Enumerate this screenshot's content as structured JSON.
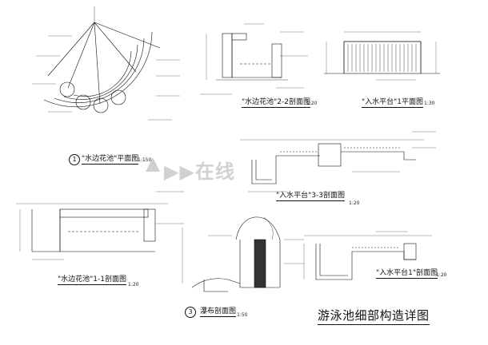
{
  "drawing": {
    "title": "游泳池细部构造详图",
    "watermark": "▶▶在线"
  },
  "views": [
    {
      "num": "1",
      "caption": "\"水边花池\"平面图",
      "scale": "1:150"
    },
    {
      "num": "",
      "caption": "\"水边花池\"2-2剖面图",
      "scale": "1:20"
    },
    {
      "num": "",
      "caption": "\"入水平台\"1平面图",
      "scale": "1:30"
    },
    {
      "num": "",
      "caption": "\"入水平台\"3-3剖面图",
      "scale": "1:20"
    },
    {
      "num": "",
      "caption": "\"水边花池\"1-1剖面图",
      "scale": "1:20"
    },
    {
      "num": "3",
      "caption": "瀑布剖面图",
      "scale": "1:50"
    },
    {
      "num": "",
      "caption": "\"入水平台1\"剖面图",
      "scale": "1:20"
    }
  ]
}
